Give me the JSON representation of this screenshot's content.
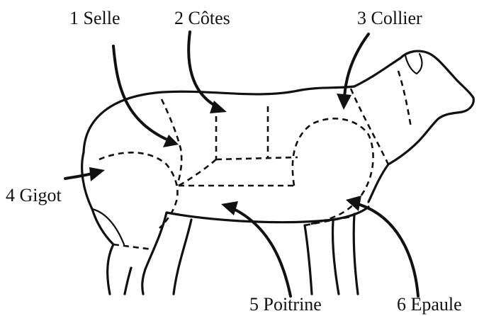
{
  "labels": {
    "selle": "1 Selle",
    "cotes": "2 Côtes",
    "collier": "3 Collier",
    "gigot": "4 Gigot",
    "poitrine": "5 Poitrine",
    "epaule": "6 Epaule"
  },
  "colors": {
    "ink": "#111111",
    "background": "#ffffff"
  }
}
